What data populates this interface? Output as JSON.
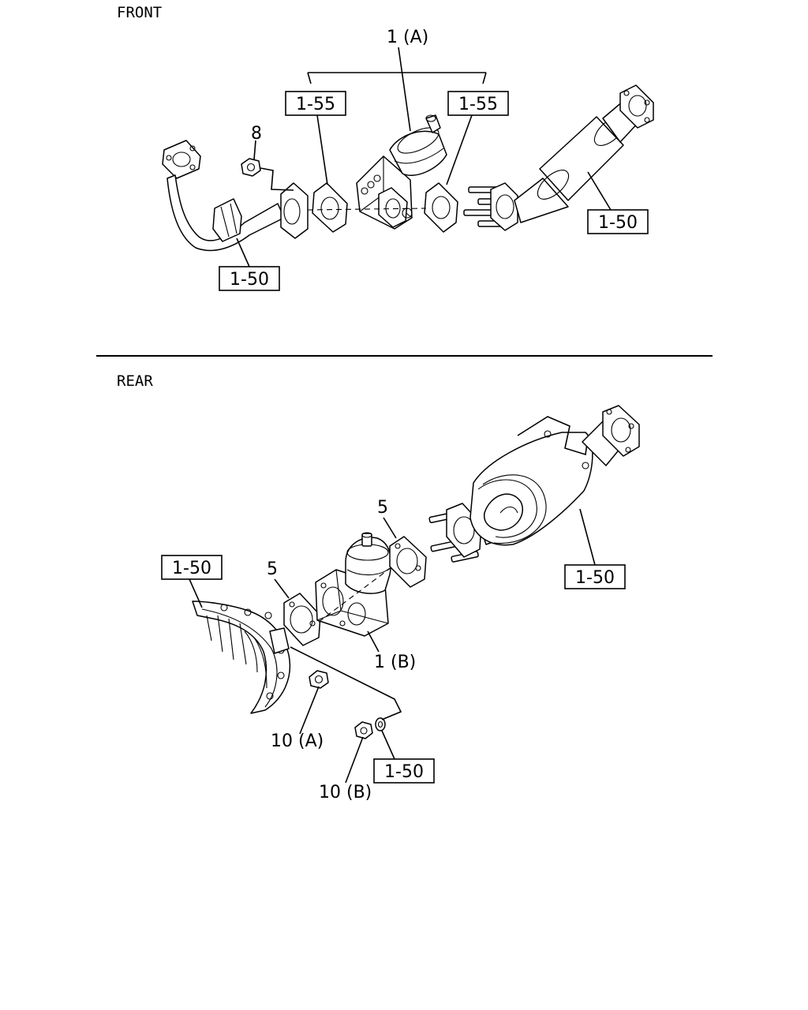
{
  "sections": {
    "front": "FRONT",
    "rear": "REAR"
  },
  "front": {
    "callout_main": "1 (A)",
    "box_left_gasket": "1-55",
    "box_right_gasket": "1-55",
    "box_pipe": "1-50",
    "box_converter": "1-50",
    "callout_nut": "8"
  },
  "rear": {
    "callout_gasket_upper": "5",
    "callout_gasket_lower": "5",
    "box_manifold": "1-50",
    "box_converter": "1-50",
    "callout_valve": "1 (B)",
    "callout_nut_a": "10 (A)",
    "callout_nut_b": "10 (B)",
    "box_washer": "1-50"
  }
}
